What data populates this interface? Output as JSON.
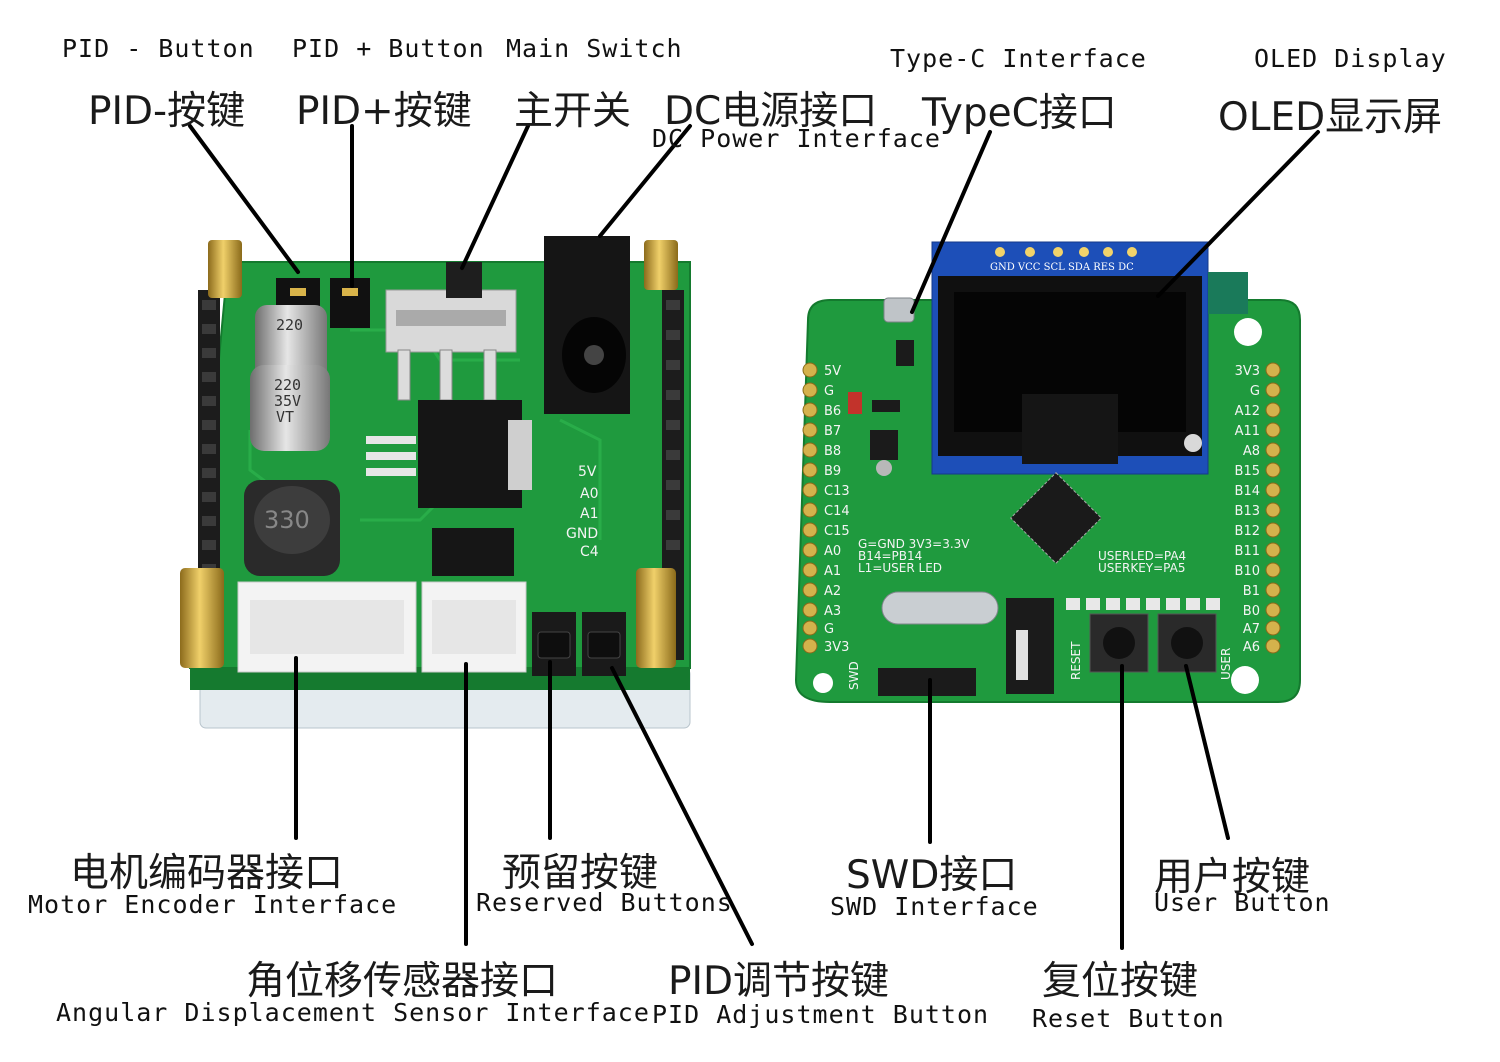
{
  "labels": {
    "pid_minus": {
      "en": "PID - Button",
      "zh": "PID-按键"
    },
    "pid_plus": {
      "en": "PID + Button",
      "zh": "PID+按键"
    },
    "main_switch": {
      "en": "Main Switch",
      "zh": "主开关"
    },
    "dc_power": {
      "en": "DC Power Interface",
      "zh": "DC电源接口"
    },
    "type_c": {
      "en": "Type-C Interface",
      "zh": "TypeC接口"
    },
    "oled": {
      "en": "OLED Display",
      "zh": "OLED显示屏"
    },
    "motor_encoder": {
      "en": "Motor Encoder Interface",
      "zh": "电机编码器接口"
    },
    "angular_sensor": {
      "en": "Angular Displacement Sensor Interface",
      "zh": "角位移传感器接口"
    },
    "reserved": {
      "en": "Reserved Buttons",
      "zh": "预留按键"
    },
    "pid_adjust": {
      "en": "PID Adjustment Button",
      "zh": "PID调节按键"
    },
    "swd": {
      "en": "SWD Interface",
      "zh": "SWD接口"
    },
    "reset": {
      "en": "Reset Button",
      "zh": "复位按键"
    },
    "user": {
      "en": "User Button",
      "zh": "用户按键"
    }
  },
  "board_silkscreen": {
    "left_pins": [
      "5V",
      "G",
      "B6",
      "B7",
      "B8",
      "B9",
      "C13",
      "C14",
      "C15",
      "A0",
      "A1",
      "A2",
      "A3",
      "G",
      "3V3"
    ],
    "right_pins": [
      "3V3",
      "G",
      "A12",
      "A11",
      "A8",
      "B15",
      "B14",
      "B13",
      "B12",
      "B11",
      "B10",
      "B1",
      "B0",
      "A7",
      "A6"
    ],
    "oled_pins": "GND VCC SCL SDA RES DC",
    "notes": [
      "G=GND 3V3=3.3V",
      "B14=PB14",
      "L1=USER LED",
      "USERLED=PA4",
      "USERKEY=PA5"
    ],
    "reset_text": "RESET",
    "user_text": "USER",
    "swd_text": "SWD",
    "inductor": "330",
    "cap": [
      "220",
      "35V",
      "VT"
    ]
  },
  "colors": {
    "pcb": "#1f9a3e",
    "pcb_dark": "#157a2f",
    "line": "#000000"
  }
}
